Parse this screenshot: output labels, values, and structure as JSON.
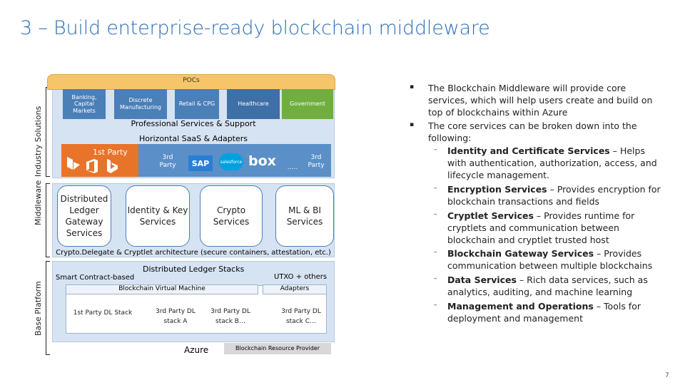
{
  "title": "3 – Build enterprise-ready blockchain middleware",
  "side_labels": {
    "industry": "Industry Solutions",
    "middleware": "Middleware",
    "base": "Base Platform"
  },
  "industry": {
    "pocs": "POCs",
    "verticals": [
      "Banking, Capital Markets",
      "Discrete Manufacturing",
      "Retail & CPG",
      "Healthcare",
      "Government"
    ],
    "professional": "Professional Services & Support",
    "horizontal": "Horizontal SaaS & Adapters",
    "first_party": "1st Party",
    "third_party_a": "3rd Party",
    "third_party_b": "3rd Party",
    "ellipsis": "…..",
    "logos": {
      "sap": "SAP",
      "salesforce": "salesforce",
      "box": "box"
    }
  },
  "middleware": {
    "services": [
      "Distributed Ledger Gateway Services",
      "Identity & Key Services",
      "Crypto Services",
      "ML & BI Services"
    ],
    "crypto_delegate": "Crypto.Delegate & Cryptlet architecture (secure containers, attestation, etc.)"
  },
  "base": {
    "stacks_label": "Distributed Ledger Stacks",
    "smart_contract": "Smart Contract-based",
    "utxo": "UTXO + others",
    "bvm": "Blockchain Virtual Machine",
    "adapters": "Adapters",
    "first_party_stack": "1st Party DL Stack",
    "stack_a": "3rd Party DL stack A",
    "stack_b": "3rd Party DL stack B…",
    "stack_c": "3rd Party DL stack C…",
    "azure": "Azure",
    "resource_provider": "Blockchain Resource Provider"
  },
  "bullets": {
    "main": [
      "The Blockchain Middleware will provide core services, which will help users create and build on top of blockchains within Azure",
      "The core services can be broken down into the following:"
    ],
    "sub": [
      {
        "bold": "Identity and Certificate Services",
        "rest": " – Helps with authentication, authorization, access, and lifecycle management."
      },
      {
        "bold": "Encryption Services",
        "rest": " – Provides encryption for blockchain transactions and fields"
      },
      {
        "bold": "Cryptlet Services",
        "rest": " – Provides runtime for cryptlets and communication between blockchain and cryptlet trusted host"
      },
      {
        "bold": "Blockchain Gateway Services",
        "rest": " – Provides communication between multiple blockchains"
      },
      {
        "bold": "Data Services",
        "rest": " – Rich data services, such as analytics, auditing, and machine learning"
      },
      {
        "bold": "Management and Operations",
        "rest": " – Tools for deployment and management"
      }
    ]
  },
  "page_number": "7",
  "colors": {
    "title": "#2f6fb5",
    "panel": "#d6e3f2",
    "vertical_blue": "#4a7fb8",
    "government_green": "#6fae3f",
    "pocs_orange": "#f6c56a",
    "first_party_orange": "#e8742a"
  }
}
